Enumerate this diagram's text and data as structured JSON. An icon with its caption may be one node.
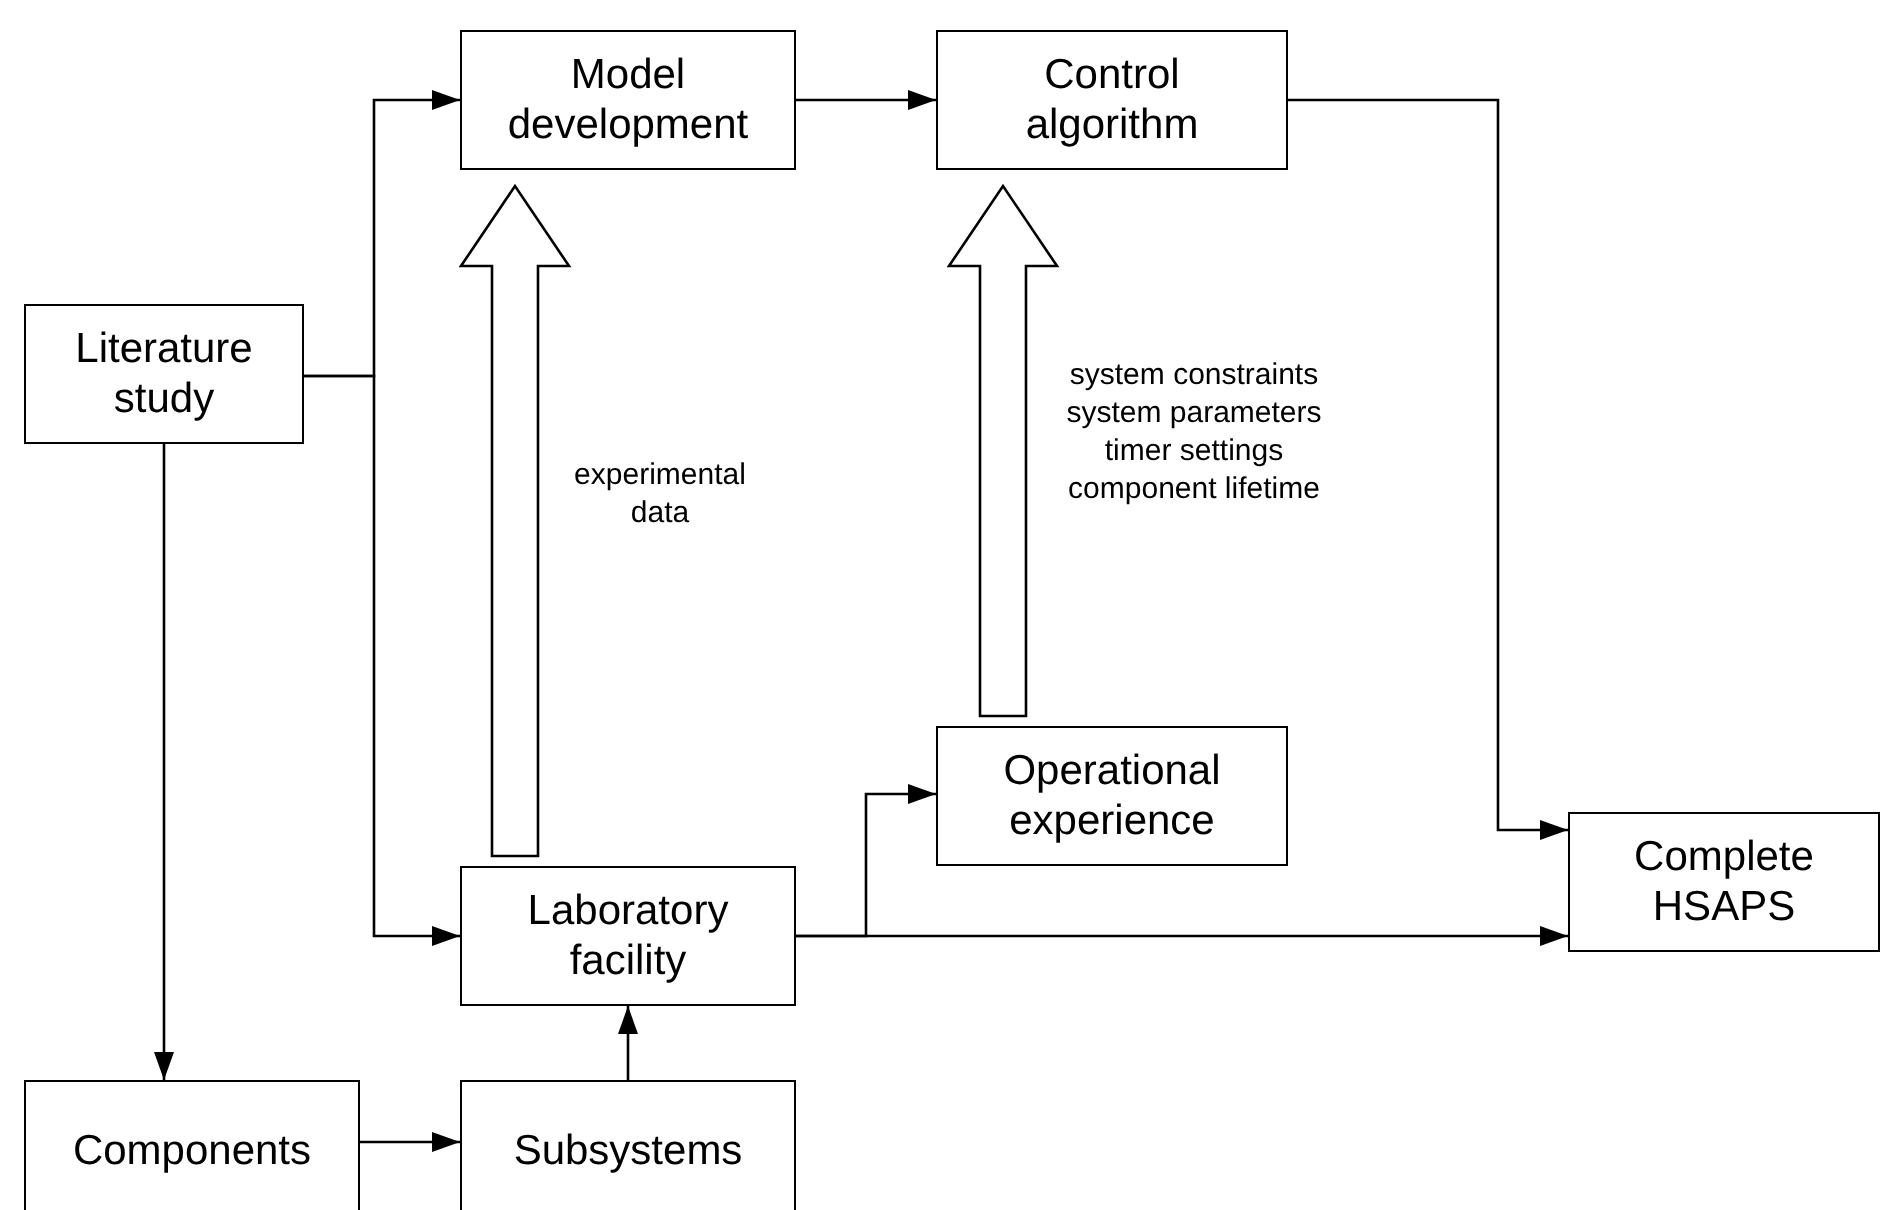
{
  "diagram": {
    "nodes": [
      {
        "text": [
          "Literature study"
        ]
      },
      {
        "text": [
          "Model development"
        ]
      },
      {
        "text": [
          "Control algorithm"
        ]
      },
      {
        "text": [
          "Operational experience"
        ]
      },
      {
        "text": [
          "Laboratory facility"
        ]
      },
      {
        "text": [
          "Complete HSAPS"
        ]
      },
      {
        "text": [
          "Components"
        ]
      },
      {
        "text": [
          "Subsystems"
        ]
      }
    ],
    "edges": [
      {
        "from": 0,
        "to": 1,
        "arrow": "to"
      },
      {
        "from": 0,
        "to": 4,
        "arrow": "to"
      },
      {
        "from": 0,
        "to": 6,
        "arrow": "to"
      },
      {
        "from": 6,
        "to": 7,
        "arrow": "to"
      },
      {
        "from": 7,
        "to": 4,
        "arrow": "to"
      },
      {
        "from": 1,
        "to": 2,
        "arrow": "to"
      },
      {
        "from": 4,
        "to": 3,
        "arrow": "to"
      },
      {
        "from": 4,
        "to": 5,
        "arrow": "to"
      },
      {
        "from": 2,
        "to": 5,
        "arrow": "to"
      },
      {
        "from": 4,
        "to": 1,
        "arrow": "to",
        "style": "thick",
        "label": "experimental data"
      },
      {
        "from": 3,
        "to": 2,
        "arrow": "to",
        "style": "thick",
        "label": "system constraints system parameters timer settings component lifetime"
      }
    ]
  }
}
